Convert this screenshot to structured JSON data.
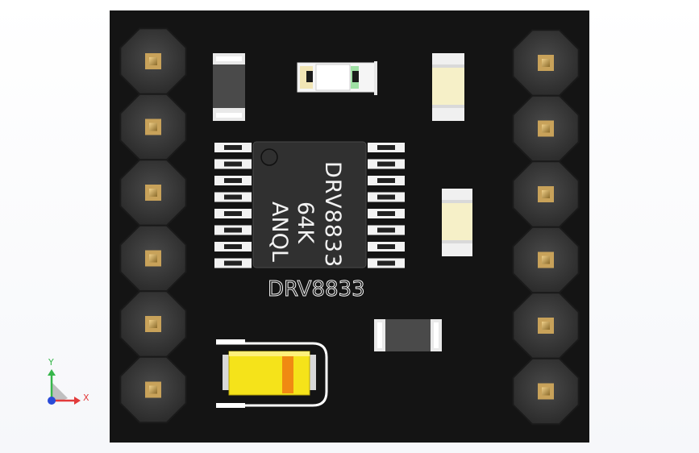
{
  "pcb": {
    "ic_marking": {
      "part": "DRV8833",
      "line2": "64K",
      "line3": "ANQL"
    },
    "silkscreen_label": "DRV8833",
    "pad_count_left": 6,
    "pad_count_right": 6
  },
  "triad": {
    "x_label": "X",
    "y_label": "Y"
  },
  "colors": {
    "board": "#141414",
    "pad_ring": "#3a3a3a",
    "pin_gold": "#c8a25a",
    "tantalum_body": "#f5e31a",
    "tantalum_band": "#f08a12",
    "axis_x": "#e23b3b",
    "axis_y": "#36b64a",
    "axis_z": "#2a4bd8"
  }
}
